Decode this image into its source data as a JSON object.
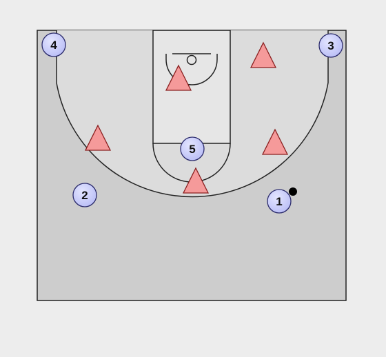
{
  "colors": {
    "page_background": "#ededed",
    "court_outside": "#cdcdcd",
    "court_inside_arc": "#dcdcdc",
    "lane": "#e6e6e6",
    "lines": "#222222",
    "offense_fill": "#b9bdf6",
    "offense_stroke": "#2a2a6a",
    "defense_fill": "#f59a9a",
    "defense_stroke": "#8a1f1f",
    "ball": "#000000"
  },
  "court": {
    "type": "half-court",
    "elements": [
      "baseline",
      "sidelines",
      "paint",
      "free-throw-circle",
      "three-point-arc",
      "backboard",
      "basket"
    ]
  },
  "offense": [
    {
      "id": "p4",
      "label": "4",
      "role": "offense"
    },
    {
      "id": "p3",
      "label": "3",
      "role": "offense"
    },
    {
      "id": "p5",
      "label": "5",
      "role": "offense"
    },
    {
      "id": "p2",
      "label": "2",
      "role": "offense"
    },
    {
      "id": "p1",
      "label": "1",
      "role": "offense",
      "has_ball": true
    }
  ],
  "defense": [
    {
      "id": "d1",
      "role": "defender"
    },
    {
      "id": "d2",
      "role": "defender"
    },
    {
      "id": "d3",
      "role": "defender"
    },
    {
      "id": "d4",
      "role": "defender"
    },
    {
      "id": "d5",
      "role": "defender"
    }
  ],
  "ball": {
    "holder": "1"
  }
}
